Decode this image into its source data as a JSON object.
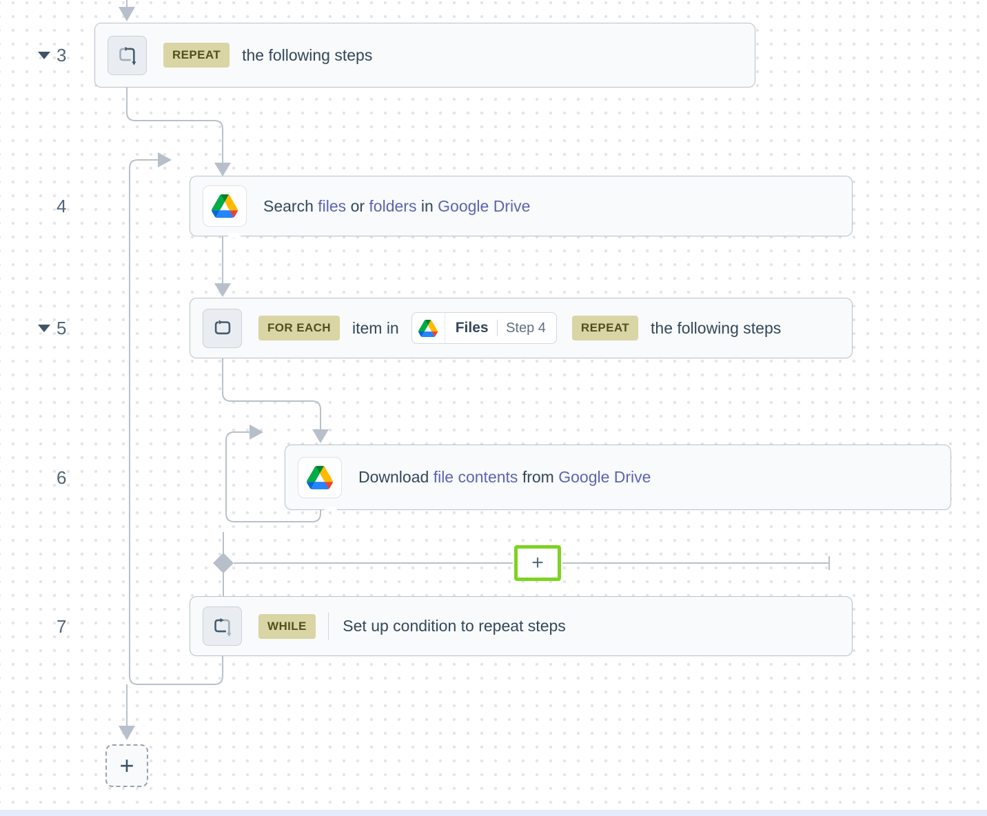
{
  "colors": {
    "accent-green": "#7ed321",
    "link-purple": "#5c63b4",
    "badge-bg": "#d9d5a4",
    "badge-text": "#514f1c",
    "text-dark": "#33475b"
  },
  "steps": {
    "step3": {
      "number": "3",
      "badge": "REPEAT",
      "text": "the following steps"
    },
    "step4": {
      "number": "4",
      "parts": {
        "p0": "Search ",
        "p1": "files",
        "p2": " or ",
        "p3": "folders",
        "p4": " in ",
        "p5": "Google Drive"
      }
    },
    "step5": {
      "number": "5",
      "badge_foreach": "FOR EACH",
      "text_mid": "item in",
      "chip": {
        "label": "Files",
        "step": "Step 4"
      },
      "badge_repeat": "REPEAT",
      "text_tail": "the following steps"
    },
    "step6": {
      "number": "6",
      "parts": {
        "p0": "Download ",
        "p1": "file contents",
        "p2": " from ",
        "p3": "Google Drive"
      }
    },
    "step7": {
      "number": "7",
      "badge": "WHILE",
      "text": "Set up condition to repeat steps"
    }
  },
  "buttons": {
    "insert_step_plus": "+",
    "add_step_plus": "+"
  }
}
